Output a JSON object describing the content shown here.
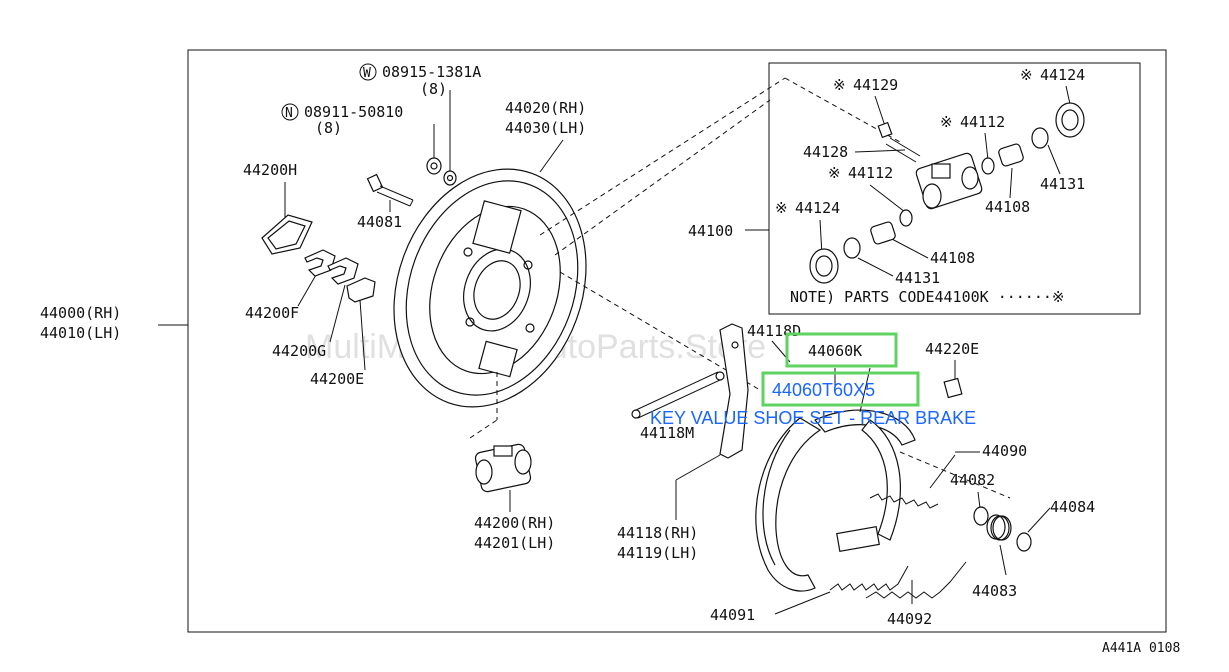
{
  "callouts": {
    "bolt_w": "08915-1381A",
    "bolt_w_qty": "(8)",
    "nut_n": "08911-50810",
    "nut_n_qty": "(8)",
    "w_symbol": "W",
    "n_symbol": "N",
    "plate_rh": "44020(RH)",
    "plate_lh": "44030(LH)",
    "p44200H": "44200H",
    "p44081": "44081",
    "p44200F": "44200F",
    "p44200G": "44200G",
    "p44200E": "44200E",
    "assy_rh": "44000(RH)",
    "assy_lh": "44010(LH)",
    "cyl_rh": "44200(RH)",
    "cyl_lh": "44201(LH)",
    "p44118D": "44118D",
    "p44118M": "44118M",
    "lever_rh": "44118(RH)",
    "lever_lh": "44119(LH)",
    "p44220E": "44220E",
    "p44090": "44090",
    "p44082": "44082",
    "p44084": "44084",
    "p44083": "44083",
    "p44091": "44091",
    "p44092": "44092"
  },
  "inset": {
    "p44129": "44129",
    "p44124a": "44124",
    "p44112a": "44112",
    "p44128": "44128",
    "p44112b": "44112",
    "p44131a": "44131",
    "p44108a": "44108",
    "p44124b": "44124",
    "p44108b": "44108",
    "p44131b": "44131",
    "p44100": "44100",
    "star": "※",
    "note": "NOTE) PARTS CODE44100K ······※"
  },
  "highlights": {
    "primary": "44060K",
    "secondary": "44060T60X5",
    "caption": "KEY VALUE SHOE SET - REAR BRAKE"
  },
  "watermark": "MultiMerchant AutoParts.Store",
  "diagram_code": "A441A 0108",
  "colors": {
    "highlight_box": "#5fd35f",
    "highlight_text": "#1a66ff"
  }
}
